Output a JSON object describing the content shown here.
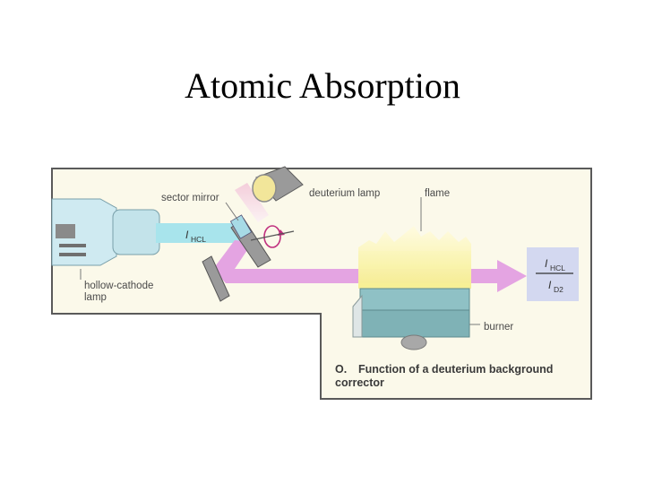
{
  "slide": {
    "title": "Atomic Absorption"
  },
  "diagram": {
    "labels": {
      "sector_mirror": "sector mirror",
      "deuterium_lamp": "deuterium lamp",
      "flame": "flame",
      "hollow_cathode_lamp_line1": "hollow-cathode",
      "hollow_cathode_lamp_line2": "lamp",
      "burner": "burner"
    },
    "beam_symbol": {
      "main": "I",
      "sub": "HCL"
    },
    "ratio": {
      "numerator_main": "I",
      "numerator_sub": "HCL",
      "denominator_main": "I",
      "denominator_sub": "D2"
    },
    "caption": {
      "letter": "O.",
      "line1": "Function of a deuterium background",
      "line2": "corrector"
    }
  },
  "colors": {
    "panel": "#fbf9ea",
    "hcl_beam": "#a8e4ec",
    "combined_beam": "#e4a4e2",
    "flame": "#faf49a",
    "burner": "#8fc1c5",
    "lamp_body": "#c9e8ef"
  }
}
